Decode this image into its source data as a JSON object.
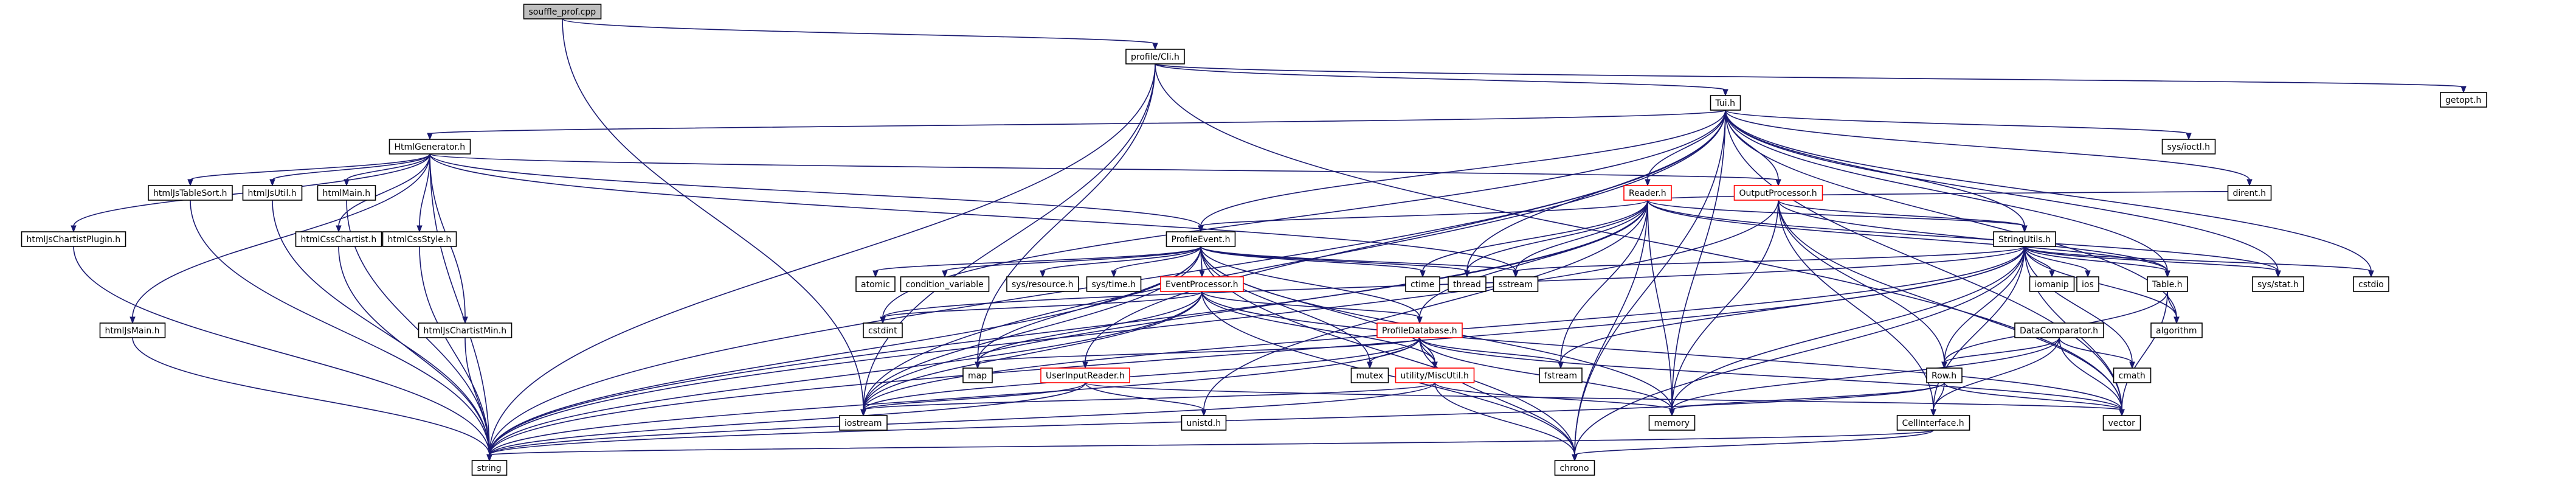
{
  "colors": {
    "edge": "#191970",
    "node_border": "#000000",
    "node_fill": "#ffffff",
    "root_fill": "#bfbfbf",
    "linked_border": "#ff0000",
    "text": "#000000"
  },
  "graph": {
    "root": "souffle_prof.cpp",
    "nodes": [
      {
        "id": "souffle_prof_cpp",
        "label": "souffle_prof.cpp",
        "style": "root"
      },
      {
        "id": "ProfileCli_h",
        "label": "profile/Cli.h",
        "style": "plain"
      },
      {
        "id": "getopt_h",
        "label": "getopt.h",
        "style": "plain"
      },
      {
        "id": "Tui_h",
        "label": "Tui.h",
        "style": "plain"
      },
      {
        "id": "HtmlGenerator_h",
        "label": "HtmlGenerator.h",
        "style": "plain"
      },
      {
        "id": "sys_ioctl_h",
        "label": "sys/ioctl.h",
        "style": "plain"
      },
      {
        "id": "Reader_h",
        "label": "Reader.h",
        "style": "linked"
      },
      {
        "id": "OutputProcessor_h",
        "label": "OutputProcessor.h",
        "style": "linked"
      },
      {
        "id": "dirent_h",
        "label": "dirent.h",
        "style": "plain"
      },
      {
        "id": "StringUtils_h",
        "label": "StringUtils.h",
        "style": "plain"
      },
      {
        "id": "ProfileEvent_h",
        "label": "ProfileEvent.h",
        "style": "plain"
      },
      {
        "id": "EventProcessor_h",
        "label": "EventProcessor.h",
        "style": "linked"
      },
      {
        "id": "ProfileDatabase_h",
        "label": "ProfileDatabase.h",
        "style": "linked"
      },
      {
        "id": "UserInputReader_h",
        "label": "UserInputReader.h",
        "style": "linked"
      },
      {
        "id": "utility_MiscUtil_h",
        "label": "utility/MiscUtil.h",
        "style": "linked"
      },
      {
        "id": "HtmlJsTableSort_h",
        "label": "htmlJsTableSort.h",
        "style": "plain"
      },
      {
        "id": "HtmlJsUtil_h",
        "label": "htmlJsUtil.h",
        "style": "plain"
      },
      {
        "id": "HtmlMain_h",
        "label": "htmlMain.h",
        "style": "plain"
      },
      {
        "id": "HtmlJsChartistPlugin_h",
        "label": "htmlJsChartistPlugin.h",
        "style": "plain"
      },
      {
        "id": "HtmlCssChartist_h",
        "label": "htmlCssChartist.h",
        "style": "plain"
      },
      {
        "id": "HtmlCssStyle_h",
        "label": "htmlCssStyle.h",
        "style": "plain"
      },
      {
        "id": "HtmlJsMain_h",
        "label": "htmlJsMain.h",
        "style": "plain"
      },
      {
        "id": "HtmlJsChartistMin_h",
        "label": "htmlJsChartistMin.h",
        "style": "plain"
      },
      {
        "id": "atomic",
        "label": "atomic",
        "style": "plain"
      },
      {
        "id": "condition_variable",
        "label": "condition_variable",
        "style": "plain"
      },
      {
        "id": "sys_resource_h",
        "label": "sys/resource.h",
        "style": "plain"
      },
      {
        "id": "sys_time_h",
        "label": "sys/time.h",
        "style": "plain"
      },
      {
        "id": "ctime",
        "label": "ctime",
        "style": "plain"
      },
      {
        "id": "thread",
        "label": "thread",
        "style": "plain"
      },
      {
        "id": "sstream",
        "label": "sstream",
        "style": "plain"
      },
      {
        "id": "iomanip",
        "label": "iomanip",
        "style": "plain"
      },
      {
        "id": "ios",
        "label": "ios",
        "style": "plain"
      },
      {
        "id": "Table_h",
        "label": "Table.h",
        "style": "plain"
      },
      {
        "id": "sys_stat_h",
        "label": "sys/stat.h",
        "style": "plain"
      },
      {
        "id": "cstdio",
        "label": "cstdio",
        "style": "plain"
      },
      {
        "id": "DataComparator_h",
        "label": "DataComparator.h",
        "style": "plain"
      },
      {
        "id": "algorithm",
        "label": "algorithm",
        "style": "plain"
      },
      {
        "id": "cmath",
        "label": "cmath",
        "style": "plain"
      },
      {
        "id": "Row_h",
        "label": "Row.h",
        "style": "plain"
      },
      {
        "id": "CellInterface_h",
        "label": "CellInterface.h",
        "style": "plain"
      },
      {
        "id": "cstdint",
        "label": "cstdint",
        "style": "plain"
      },
      {
        "id": "map",
        "label": "map",
        "style": "plain"
      },
      {
        "id": "mutex",
        "label": "mutex",
        "style": "plain"
      },
      {
        "id": "fstream",
        "label": "fstream",
        "style": "plain"
      },
      {
        "id": "memory",
        "label": "memory",
        "style": "plain"
      },
      {
        "id": "iostream",
        "label": "iostream",
        "style": "plain"
      },
      {
        "id": "unistd_h",
        "label": "unistd.h",
        "style": "plain"
      },
      {
        "id": "vector",
        "label": "vector",
        "style": "plain"
      },
      {
        "id": "string",
        "label": "string",
        "style": "plain"
      },
      {
        "id": "chrono",
        "label": "chrono",
        "style": "plain"
      }
    ],
    "edges": [
      [
        "souffle_prof_cpp",
        "ProfileCli_h"
      ],
      [
        "souffle_prof_cpp",
        "iostream"
      ],
      [
        "ProfileCli_h",
        "getopt_h"
      ],
      [
        "ProfileCli_h",
        "Tui_h"
      ],
      [
        "ProfileCli_h",
        "string"
      ],
      [
        "ProfileCli_h",
        "iostream"
      ],
      [
        "ProfileCli_h",
        "map"
      ],
      [
        "ProfileCli_h",
        "vector"
      ],
      [
        "Tui_h",
        "HtmlGenerator_h"
      ],
      [
        "Tui_h",
        "sys_ioctl_h"
      ],
      [
        "Tui_h",
        "Reader_h"
      ],
      [
        "Tui_h",
        "OutputProcessor_h"
      ],
      [
        "Tui_h",
        "dirent_h"
      ],
      [
        "Tui_h",
        "StringUtils_h"
      ],
      [
        "Tui_h",
        "ProfileEvent_h"
      ],
      [
        "Tui_h",
        "Table_h"
      ],
      [
        "Tui_h",
        "sys_stat_h"
      ],
      [
        "Tui_h",
        "cstdio"
      ],
      [
        "Tui_h",
        "algorithm"
      ],
      [
        "Tui_h",
        "thread"
      ],
      [
        "Tui_h",
        "UserInputReader_h"
      ],
      [
        "Tui_h",
        "cstdint"
      ],
      [
        "Tui_h",
        "memory"
      ],
      [
        "Tui_h",
        "vector"
      ],
      [
        "Tui_h",
        "string"
      ],
      [
        "Tui_h",
        "iostream"
      ],
      [
        "Tui_h",
        "chrono"
      ],
      [
        "HtmlGenerator_h",
        "HtmlJsTableSort_h"
      ],
      [
        "HtmlGenerator_h",
        "HtmlJsUtil_h"
      ],
      [
        "HtmlGenerator_h",
        "HtmlMain_h"
      ],
      [
        "HtmlGenerator_h",
        "HtmlJsChartistPlugin_h"
      ],
      [
        "HtmlGenerator_h",
        "HtmlCssChartist_h"
      ],
      [
        "HtmlGenerator_h",
        "HtmlCssStyle_h"
      ],
      [
        "HtmlGenerator_h",
        "HtmlJsMain_h"
      ],
      [
        "HtmlGenerator_h",
        "HtmlJsChartistMin_h"
      ],
      [
        "HtmlGenerator_h",
        "ProfileEvent_h"
      ],
      [
        "HtmlGenerator_h",
        "OutputProcessor_h"
      ],
      [
        "HtmlGenerator_h",
        "sstream"
      ],
      [
        "HtmlGenerator_h",
        "string"
      ],
      [
        "HtmlJsTableSort_h",
        "string"
      ],
      [
        "HtmlJsUtil_h",
        "string"
      ],
      [
        "HtmlMain_h",
        "string"
      ],
      [
        "HtmlJsChartistPlugin_h",
        "string"
      ],
      [
        "HtmlCssChartist_h",
        "string"
      ],
      [
        "HtmlCssStyle_h",
        "string"
      ],
      [
        "HtmlJsMain_h",
        "string"
      ],
      [
        "HtmlJsChartistMin_h",
        "string"
      ],
      [
        "Reader_h",
        "ProfileEvent_h"
      ],
      [
        "Reader_h",
        "ProfileDatabase_h"
      ],
      [
        "Reader_h",
        "StringUtils_h"
      ],
      [
        "Reader_h",
        "Table_h"
      ],
      [
        "Reader_h",
        "ctime"
      ],
      [
        "Reader_h",
        "thread"
      ],
      [
        "Reader_h",
        "sstream"
      ],
      [
        "Reader_h",
        "sys_stat_h"
      ],
      [
        "Reader_h",
        "fstream"
      ],
      [
        "Reader_h",
        "memory"
      ],
      [
        "Reader_h",
        "iostream"
      ],
      [
        "Reader_h",
        "unistd_h"
      ],
      [
        "Reader_h",
        "string"
      ],
      [
        "Reader_h",
        "chrono"
      ],
      [
        "Reader_h",
        "dirent_h"
      ],
      [
        "OutputProcessor_h",
        "StringUtils_h"
      ],
      [
        "OutputProcessor_h",
        "Table_h"
      ],
      [
        "OutputProcessor_h",
        "Row_h"
      ],
      [
        "OutputProcessor_h",
        "CellInterface_h"
      ],
      [
        "OutputProcessor_h",
        "memory"
      ],
      [
        "OutputProcessor_h",
        "string"
      ],
      [
        "OutputProcessor_h",
        "vector"
      ],
      [
        "StringUtils_h",
        "sstream"
      ],
      [
        "StringUtils_h",
        "iomanip"
      ],
      [
        "StringUtils_h",
        "ios"
      ],
      [
        "StringUtils_h",
        "Table_h"
      ],
      [
        "StringUtils_h",
        "sys_stat_h"
      ],
      [
        "StringUtils_h",
        "cstdio"
      ],
      [
        "StringUtils_h",
        "algorithm"
      ],
      [
        "StringUtils_h",
        "cmath"
      ],
      [
        "StringUtils_h",
        "Row_h"
      ],
      [
        "StringUtils_h",
        "CellInterface_h"
      ],
      [
        "StringUtils_h",
        "fstream"
      ],
      [
        "StringUtils_h",
        "memory"
      ],
      [
        "StringUtils_h",
        "vector"
      ],
      [
        "StringUtils_h",
        "string"
      ],
      [
        "StringUtils_h",
        "chrono"
      ],
      [
        "StringUtils_h",
        "cstdint"
      ],
      [
        "StringUtils_h",
        "iostream"
      ],
      [
        "ProfileEvent_h",
        "EventProcessor_h"
      ],
      [
        "ProfileEvent_h",
        "ProfileDatabase_h"
      ],
      [
        "ProfileEvent_h",
        "utility_MiscUtil_h"
      ],
      [
        "ProfileEvent_h",
        "atomic"
      ],
      [
        "ProfileEvent_h",
        "condition_variable"
      ],
      [
        "ProfileEvent_h",
        "sys_resource_h"
      ],
      [
        "ProfileEvent_h",
        "sys_time_h"
      ],
      [
        "ProfileEvent_h",
        "ctime"
      ],
      [
        "ProfileEvent_h",
        "thread"
      ],
      [
        "ProfileEvent_h",
        "sstream"
      ],
      [
        "ProfileEvent_h",
        "mutex"
      ],
      [
        "ProfileEvent_h",
        "map"
      ],
      [
        "ProfileEvent_h",
        "iostream"
      ],
      [
        "ProfileEvent_h",
        "string"
      ],
      [
        "ProfileEvent_h",
        "chrono"
      ],
      [
        "ProfileEvent_h",
        "memory"
      ],
      [
        "EventProcessor_h",
        "ProfileDatabase_h"
      ],
      [
        "EventProcessor_h",
        "utility_MiscUtil_h"
      ],
      [
        "EventProcessor_h",
        "cstdint"
      ],
      [
        "EventProcessor_h",
        "map"
      ],
      [
        "EventProcessor_h",
        "iostream"
      ],
      [
        "EventProcessor_h",
        "string"
      ],
      [
        "EventProcessor_h",
        "chrono"
      ],
      [
        "EventProcessor_h",
        "vector"
      ],
      [
        "ProfileDatabase_h",
        "utility_MiscUtil_h"
      ],
      [
        "ProfileDatabase_h",
        "map"
      ],
      [
        "ProfileDatabase_h",
        "mutex"
      ],
      [
        "ProfileDatabase_h",
        "fstream"
      ],
      [
        "ProfileDatabase_h",
        "memory"
      ],
      [
        "ProfileDatabase_h",
        "iostream"
      ],
      [
        "ProfileDatabase_h",
        "string"
      ],
      [
        "ProfileDatabase_h",
        "chrono"
      ],
      [
        "ProfileDatabase_h",
        "vector"
      ],
      [
        "UserInputReader_h",
        "iostream"
      ],
      [
        "UserInputReader_h",
        "unistd_h"
      ],
      [
        "UserInputReader_h",
        "string"
      ],
      [
        "UserInputReader_h",
        "vector"
      ],
      [
        "utility_MiscUtil_h",
        "memory"
      ],
      [
        "utility_MiscUtil_h",
        "iostream"
      ],
      [
        "utility_MiscUtil_h",
        "string"
      ],
      [
        "utility_MiscUtil_h",
        "chrono"
      ],
      [
        "Table_h",
        "Row_h"
      ],
      [
        "Table_h",
        "algorithm"
      ],
      [
        "Table_h",
        "vector"
      ],
      [
        "DataComparator_h",
        "Row_h"
      ],
      [
        "DataComparator_h",
        "CellInterface_h"
      ],
      [
        "DataComparator_h",
        "cmath"
      ],
      [
        "DataComparator_h",
        "vector"
      ],
      [
        "DataComparator_h",
        "memory"
      ],
      [
        "Row_h",
        "CellInterface_h"
      ],
      [
        "Row_h",
        "memory"
      ],
      [
        "Row_h",
        "vector"
      ],
      [
        "Row_h",
        "string"
      ],
      [
        "CellInterface_h",
        "string"
      ],
      [
        "CellInterface_h",
        "chrono"
      ]
    ]
  }
}
